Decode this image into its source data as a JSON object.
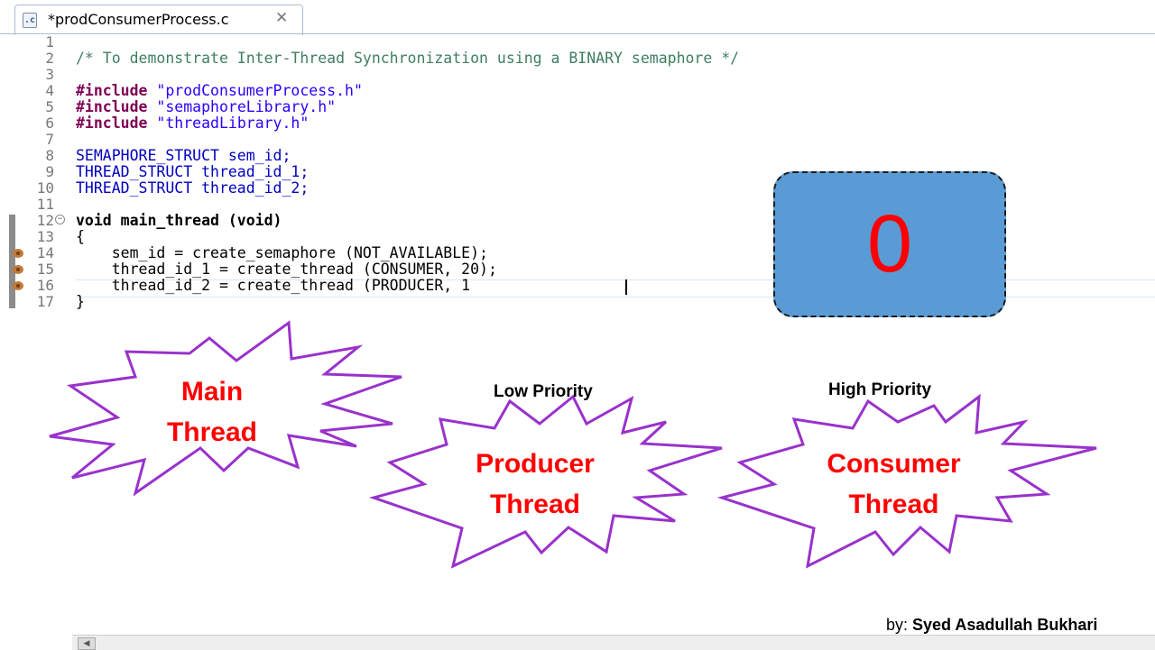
{
  "tab": {
    "file_icon": ".c",
    "title": "*prodConsumerProcess.c",
    "close_glyph": "✕"
  },
  "code_lines": [
    {
      "n": "1",
      "text": ""
    },
    {
      "n": "2",
      "text": "/* To demonstrate Inter-Thread Synchronization using a BINARY semaphore */"
    },
    {
      "n": "3",
      "text": ""
    },
    {
      "n": "4",
      "kw": "#include",
      "str": "\"prodConsumerProcess.h\""
    },
    {
      "n": "5",
      "kw": "#include",
      "str": "\"semaphoreLibrary.h\""
    },
    {
      "n": "6",
      "kw": "#include",
      "str": "\"threadLibrary.h\""
    },
    {
      "n": "7",
      "text": ""
    },
    {
      "n": "8",
      "text": "SEMAPHORE_STRUCT sem_id;"
    },
    {
      "n": "9",
      "text": "THREAD_STRUCT thread_id_1;"
    },
    {
      "n": "10",
      "text": "THREAD_STRUCT thread_id_2;"
    },
    {
      "n": "11",
      "text": ""
    },
    {
      "n": "12",
      "text": "void main_thread (void)"
    },
    {
      "n": "13",
      "text": "{"
    },
    {
      "n": "14",
      "text": "    sem_id = create_semaphore (NOT_AVAILABLE);"
    },
    {
      "n": "15",
      "text": "    thread_id_1 = create_thread (CONSUMER, 20);"
    },
    {
      "n": "16",
      "text": "    thread_id_2 = create_thread (PRODUCER, 1"
    },
    {
      "n": "17",
      "text": "}"
    }
  ],
  "semaphore_display": {
    "value": "0",
    "fill": "#5b9bd5",
    "text_color": "#ff0000"
  },
  "bursts": {
    "main": {
      "line1": "Main",
      "line2": "Thread"
    },
    "producer": {
      "line1": "Producer",
      "line2": "Thread",
      "priority": "Low Priority"
    },
    "consumer": {
      "line1": "Consumer",
      "line2": "Thread",
      "priority": "High Priority"
    },
    "outline_color": "#9932cc"
  },
  "credit": {
    "prefix": "by:",
    "author": "Syed Asadullah Bukhari"
  }
}
